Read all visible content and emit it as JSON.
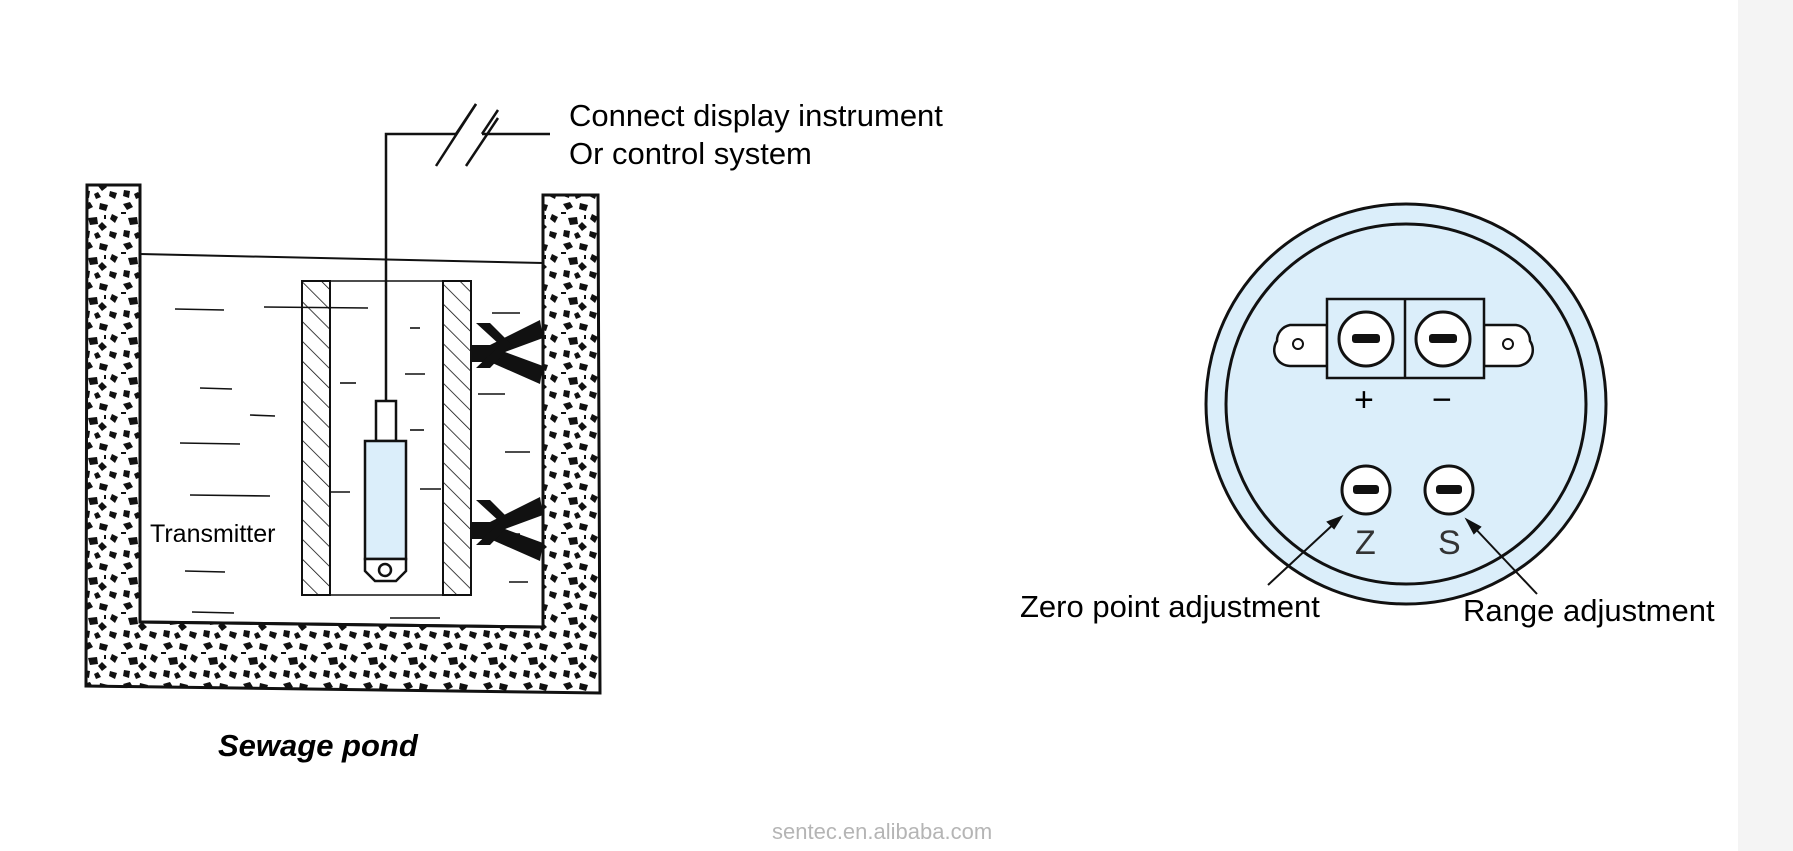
{
  "labels": {
    "connect_line1": "Connect display instrument",
    "connect_line2": "Or control system",
    "transmitter": "Transmitter",
    "sewage_pond": "Sewage pond",
    "zero_point": "Zero point adjustment",
    "range": "Range adjustment",
    "plus": "+",
    "minus": "−",
    "z": "Z",
    "s": "S"
  },
  "watermark": "sentec.en.alibaba.com",
  "colors": {
    "line": "#111111",
    "fill_light_blue": "#dbeefa",
    "watermark": "#b5b5b5"
  }
}
